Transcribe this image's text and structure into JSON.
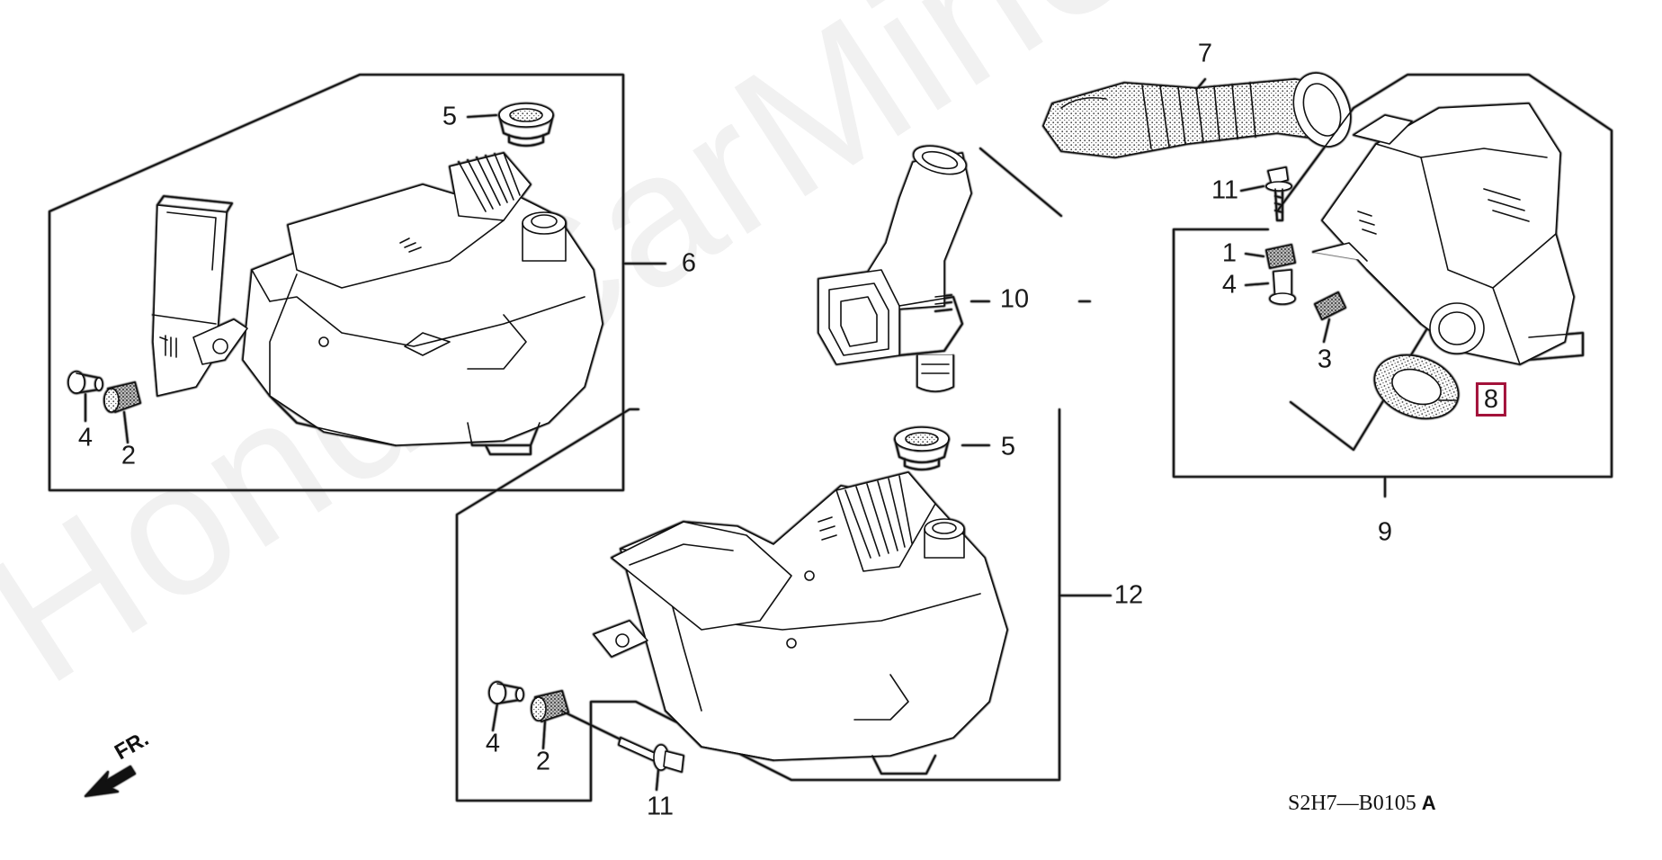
{
  "watermark": "HondaCarMine.ru",
  "diagram_code": "S2H7—B0105",
  "diagram_code_suffix": "A",
  "direction_label": "FR.",
  "highlight_color": "#a3123a",
  "callouts": [
    {
      "id": "c5a",
      "text": "5"
    },
    {
      "id": "c6",
      "text": "6"
    },
    {
      "id": "c4a",
      "text": "4"
    },
    {
      "id": "c2a",
      "text": "2"
    },
    {
      "id": "c7",
      "text": "7"
    },
    {
      "id": "c10",
      "text": "10"
    },
    {
      "id": "c11a",
      "text": "11"
    },
    {
      "id": "c1",
      "text": "1"
    },
    {
      "id": "c4b",
      "text": "4"
    },
    {
      "id": "c3",
      "text": "3"
    },
    {
      "id": "c8",
      "text": "8",
      "highlighted": true
    },
    {
      "id": "c9",
      "text": "9"
    },
    {
      "id": "c5b",
      "text": "5"
    },
    {
      "id": "c12",
      "text": "12"
    },
    {
      "id": "c4c",
      "text": "4"
    },
    {
      "id": "c2b",
      "text": "2"
    },
    {
      "id": "c11b",
      "text": "11"
    }
  ]
}
